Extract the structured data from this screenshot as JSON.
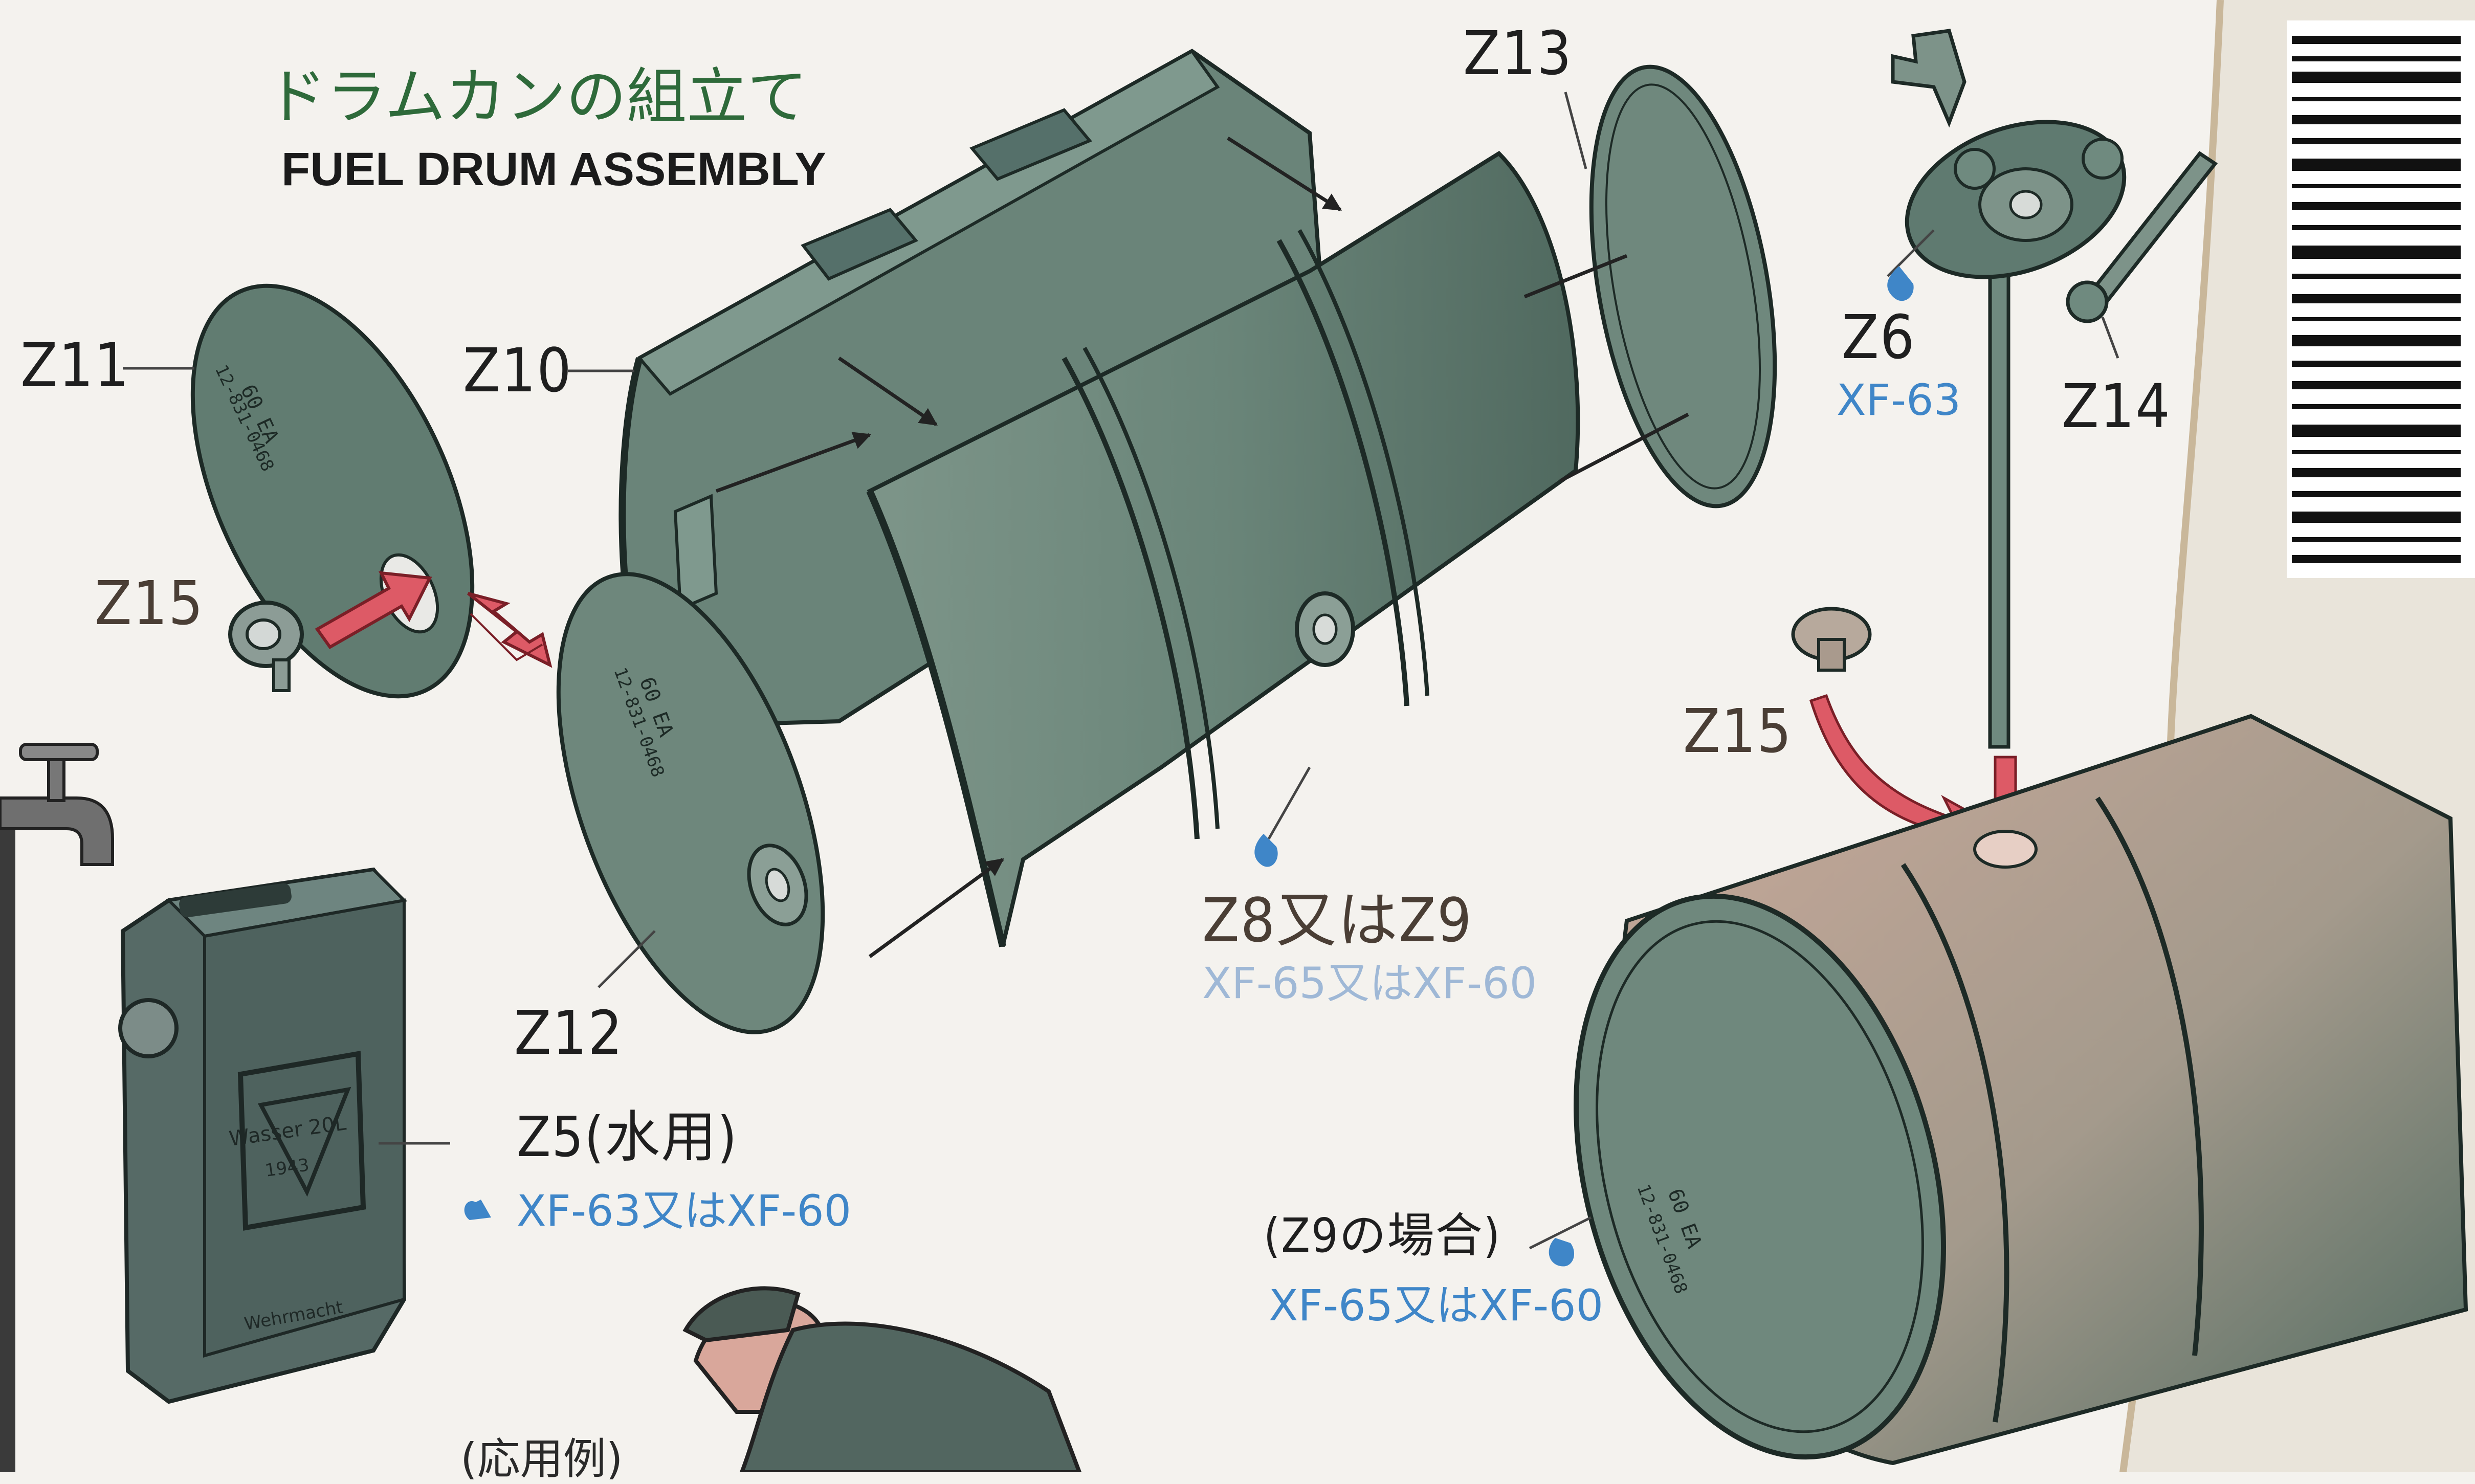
{
  "title": {
    "jp": "ドラムカンの組立て",
    "en": "FUEL DRUM ASSEMBLY"
  },
  "parts": {
    "z11": "Z11",
    "z10": "Z10",
    "z13": "Z13",
    "z6": "Z6",
    "z14": "Z14",
    "z15_left": "Z15",
    "z15_right": "Z15",
    "z12": "Z12",
    "z8_or_z9": "Z8又はZ9",
    "z5_water": "Z5(水用)",
    "z9_case": "(Z9の場合)"
  },
  "paints": {
    "z6": "XF-63",
    "drum_body": "XF-65又はXF-60",
    "z5": "XF-63又はXF-60",
    "z9_case": "XF-65又はXF-60"
  },
  "lid_stencil": {
    "line1": "60  EA",
    "line2": "12-831-0468"
  },
  "jerrycan_text": {
    "contents": "Wasser  20L",
    "year": "1943",
    "maker": "Wehrmacht"
  },
  "footer_partial": "(応用例)",
  "colors": {
    "background": "#f4f2ee",
    "part_green": "#5f7b70",
    "part_green_dark": "#3f5a52",
    "arrow_red": "#d94f5c",
    "paint_blue": "#3f86c8",
    "title_green": "#2e6a3a"
  }
}
